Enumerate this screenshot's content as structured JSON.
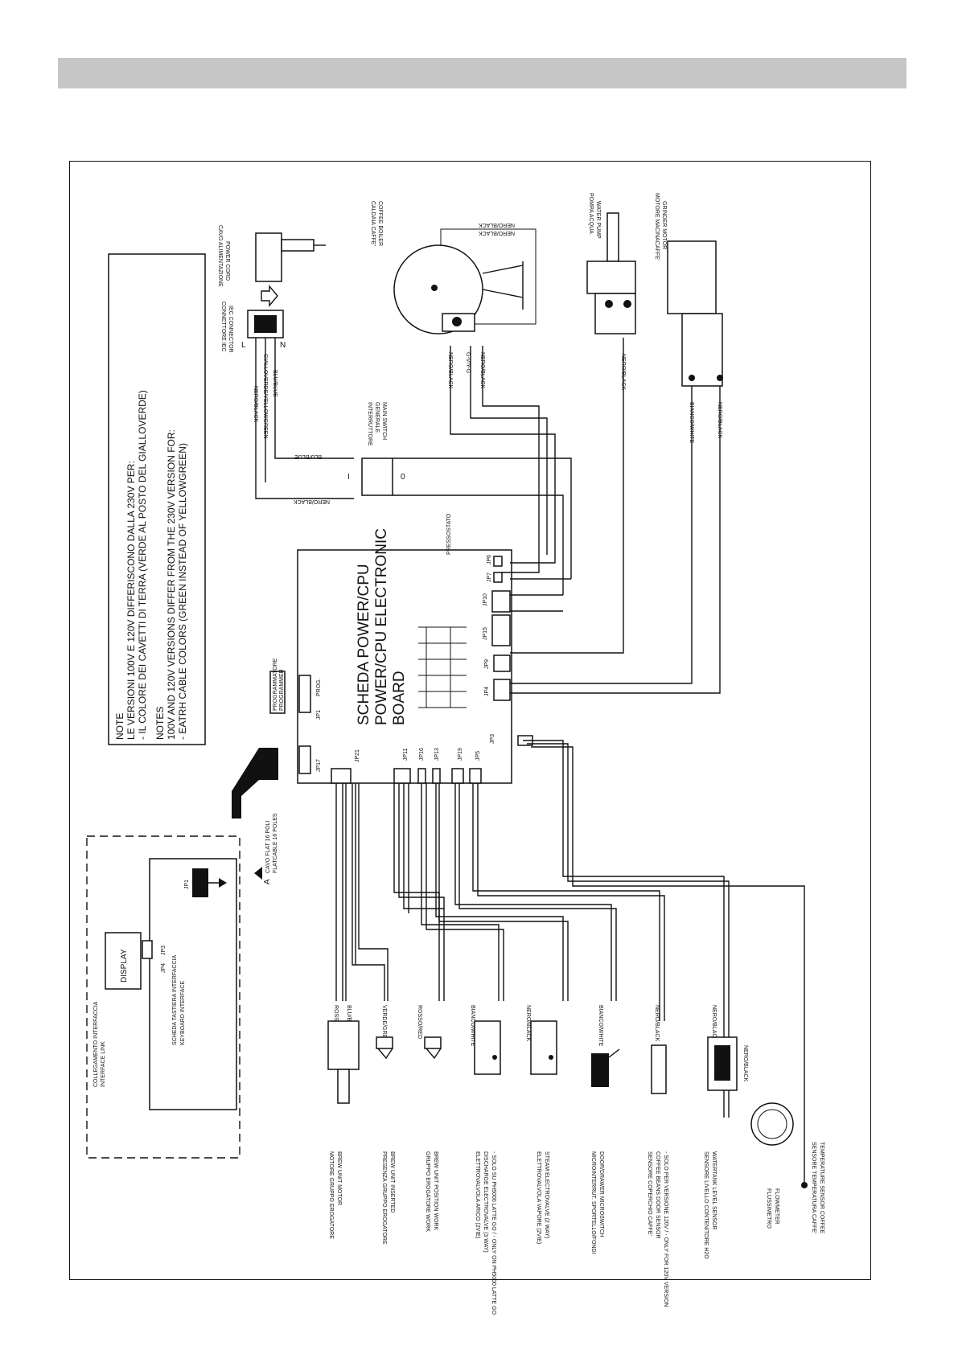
{
  "notes": {
    "note_it_title": "NOTE",
    "note_it_1": "LE VERSIONI 100V E 120V DIFFERISCONO DALLA 230V PER:",
    "note_it_2": "- IL COLORE DEI CAVETTI DI TERRA (VERDE AL POSTO DEL GIALLOVERDE)",
    "note_en_title": "NOTES",
    "note_en_1": "100V AND 120V VERSIONS DIFFER FROM THE 230V VERSION FOR:",
    "note_en_2": "- EATRH CABLE COLORS (GREEN INSTEAD OF YELLOWGREEN)"
  },
  "board": {
    "title_1": "SCHEDA POWER/CPU",
    "title_2": "POWER/CPU ELECTRONIC",
    "title_3": "BOARD",
    "prog": "PROG.",
    "programmer_1": "PROGRAMMATORE",
    "programmer_2": "PROGRAMMER",
    "connectors": [
      "JP1",
      "JP17",
      "JP21",
      "JP11",
      "JP16",
      "JP13",
      "JP19",
      "JP5",
      "JP3",
      "JP4",
      "JP9",
      "JP15",
      "JP10",
      "JP7",
      "JP6"
    ],
    "flat_1": "CAVO FLAT 16 POLI",
    "flat_2": "FLATCABLE 16 POLES",
    "pin_a": "A",
    "pressostat": "PRESSOSTATO"
  },
  "interface": {
    "link_1": "COLLEGAMENTO INTERFACCIA",
    "link_2": "INTERFACE LINK",
    "display": "DISPLAY",
    "board_1": "SCHEDA TASTIERA INTERFACCIA",
    "board_2": "KEYBOARD INTERFACE",
    "jp4": "JP4",
    "jp3": "JP3",
    "jp1": "JP1"
  },
  "top_components": {
    "power_cord_1": "CAVO ALIMENTAZIONE",
    "power_cord_2": "POWER CORD",
    "iec_1": "CONNETTORE IEC",
    "iec_2": "IEC CONNECTOR",
    "terminal_l": "L",
    "terminal_n": "N",
    "main_switch_1": "INTERRUTTORE",
    "main_switch_2": "GENERALE",
    "main_switch_3": "MAIN SWITCH",
    "switch_i": "I",
    "switch_o": "0",
    "boiler_1": "CALDAIA CAFFE'",
    "boiler_2": "COFFEE BOILER",
    "pump_1": "POMPA ACQUA",
    "pump_2": "WATER PUMP",
    "grinder_1": "MOTORE MACINACAFFE'",
    "grinder_2": "GRINDER MOTOR"
  },
  "wire_labels": {
    "nero_black": "NERO/BLACK",
    "blu_blue": "BLU/BLUE",
    "gialloverde": "GIALLOVERDE/YELLOWGREEN",
    "bianco_white": "BIANCO/WHITE",
    "rosso_red": "ROSSO/RED",
    "verde_green": "VERDE/GREEN",
    "g_vy_g": "G-V/Y-G"
  },
  "bottom_components": [
    {
      "it": "MOTORE GRUPPO EROGATORE",
      "en": "BREW UNIT MOTOR",
      "extra": ""
    },
    {
      "it": "PRESENZA GRUPPO EROGATORE",
      "en": "BREW UNIT INSERTED",
      "extra": ""
    },
    {
      "it": "GRUPPO EROGATORE WORK",
      "en": "BREW UNIT POSITION WORK",
      "extra": ""
    },
    {
      "it": "ELETTROVALVOLA ARICO (2VIE)",
      "en": "DISCHARGE ELECTROVALVE (3 WAY)",
      "extra": "- SOLO SU PH5000 LATTE GO / - ONLY ON PH5000 LATTE GO"
    },
    {
      "it": "ELETTROVALVOLA VAPORE (2VIE)",
      "en": "STEAM ELECTROVALVE (2 WAY)",
      "extra": ""
    },
    {
      "it": "MICROINTERRUT. SPORTELLO/FONDI",
      "en": "DOOR/DRAWER MICROSWITCH",
      "extra": ""
    },
    {
      "it": "SENSORE COPERCHIO CAFFE'",
      "en": "COFFEE BEANS DOOR SENSOR",
      "extra": "- SOLO PER VERSIONE 120V / - ONLY FOR 120V VERSION"
    },
    {
      "it": "SENSORE LIVELLO CONTENITORE H2O",
      "en": "WATERTANK LEVEL SENSOR",
      "extra": ""
    },
    {
      "it": "FLUSSIMETRO",
      "en": "FLOWMETER",
      "extra": ""
    },
    {
      "it": "SENSORE TEMPERATURA CAFFE'",
      "en": "TEMPERATURE SENSOR COFFEE",
      "extra": ""
    }
  ]
}
